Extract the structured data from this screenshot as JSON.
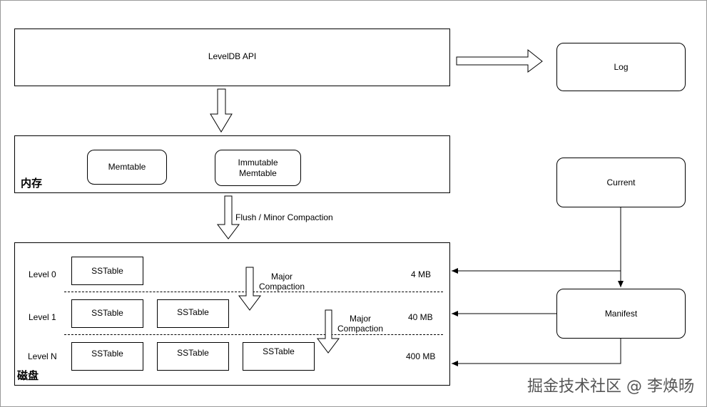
{
  "api_label": "LevelDB API",
  "log_label": "Log",
  "memory": {
    "title": "内存",
    "memtable": "Memtable",
    "immutable_line1": "Immutable",
    "immutable_line2": "Memtable"
  },
  "flush_label": "Flush / Minor Compaction",
  "disk": {
    "title": "磁盘",
    "levels": [
      {
        "name": "Level 0",
        "size": "4 MB"
      },
      {
        "name": "Level 1",
        "size": "40 MB"
      },
      {
        "name": "Level N",
        "size": "400 MB"
      }
    ],
    "sstable": "SSTable",
    "major_line1": "Major",
    "major_line2": "Compaction"
  },
  "current_label": "Current",
  "manifest_label": "Manifest",
  "watermark": "掘金技术社区 @ 李焕旸"
}
